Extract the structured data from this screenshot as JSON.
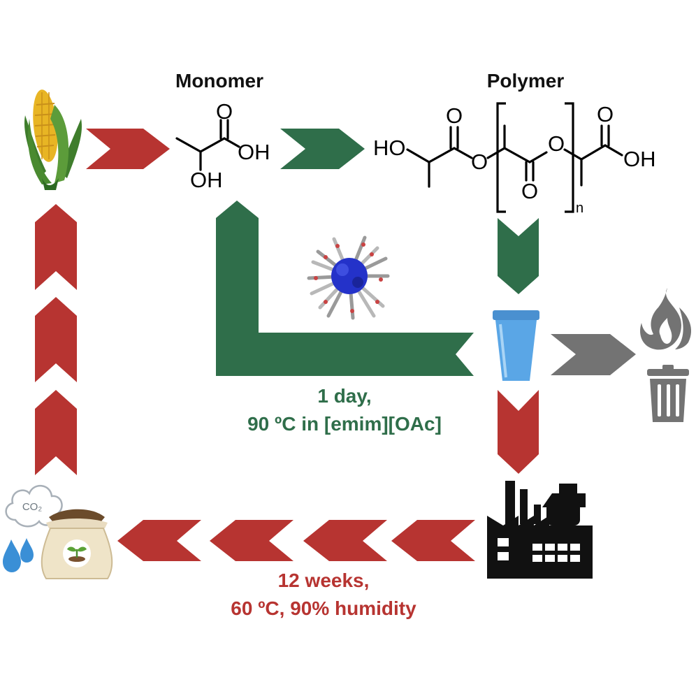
{
  "labels": {
    "monomer": "Monomer",
    "polymer": "Polymer"
  },
  "chem": {
    "oh": "OH",
    "ho": "HO",
    "o": "O",
    "n": "n",
    "co2": "CO₂"
  },
  "conditions": {
    "chemical_line1": "1 day,",
    "chemical_line2": "90 ºC in [emim][OAc]",
    "compost_line1": "12 weeks,",
    "compost_line2": "60 ºC, 90% humidity"
  },
  "colors": {
    "green": "#2f6e4a",
    "red": "#b73431",
    "grey": "#737373",
    "cup_blue": "#5aa6e6",
    "black": "#111111"
  },
  "icons": [
    "corn-icon",
    "nanoparticle-icon",
    "plastic-cup-icon",
    "fire-icon",
    "trash-can-icon",
    "factory-icon",
    "co2-cloud-icon",
    "water-drops-icon",
    "compost-bag-icon"
  ]
}
